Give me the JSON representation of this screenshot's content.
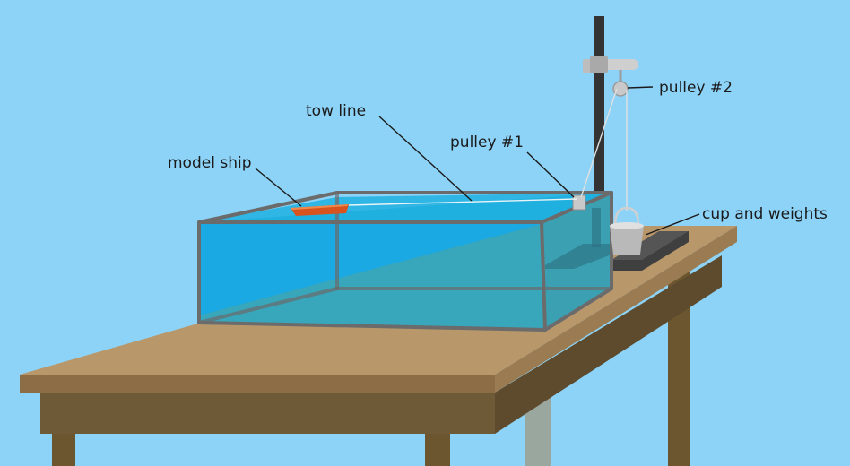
{
  "diagram": {
    "labels": {
      "tow_line": "tow line",
      "model_ship": "model ship",
      "pulley_1": "pulley #1",
      "pulley_2": "pulley #2",
      "cup_weights": "cup and weights"
    },
    "colors": {
      "sky": "#8dd3f7",
      "table_top": "#b8976a",
      "table_front": "#6f5a38",
      "table_leg": "#6b5630",
      "water_light": "#2cb8e8",
      "water_dark": "#3aa5b8",
      "tank_frame": "#6b6b6b",
      "ship_hull": "#d9531e",
      "stand_pole": "#333333",
      "stand_base": "#3f3f3f",
      "cup": "#b9b9b9"
    }
  }
}
